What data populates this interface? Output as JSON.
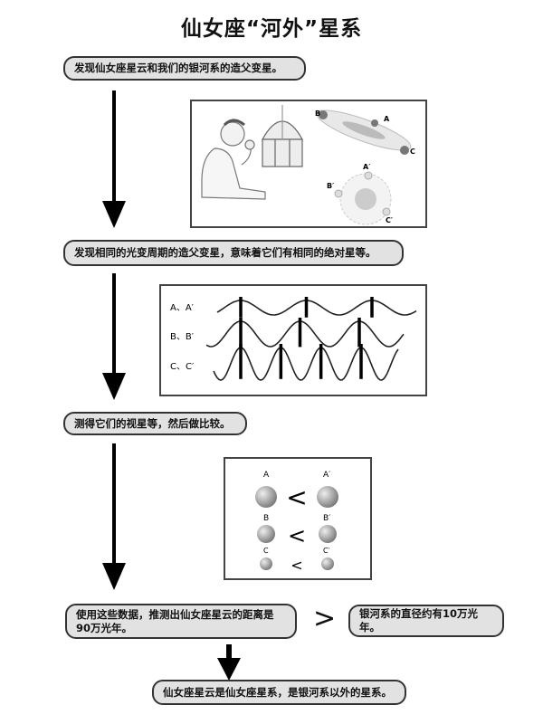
{
  "title": "仙女座“河外”星系",
  "steps": [
    "发现仙女座星云和我们的银河系的造父变星。",
    "发现相同的光变周期的造父变星，意味着它们有相同的绝对星等。",
    "测得它们的视星等，然后做比较。",
    "使用这些数据，推测出仙女座星云的距离是90万光年。",
    "银河系的直径约有10万光年。",
    "仙女座星云是仙女座星系，是银河系以外的星系。"
  ],
  "comparison_symbol": ">",
  "panel1": {
    "labels": {
      "a": "A",
      "b": "B",
      "c": "C",
      "a2": "A′",
      "b2": "B′",
      "c2": "C′"
    }
  },
  "panel2": {
    "rows": [
      {
        "label": "A、A′",
        "periods": 3
      },
      {
        "label": "B、B′",
        "periods": 3
      },
      {
        "label": "C、C′",
        "periods": 4
      }
    ]
  },
  "panel3": {
    "rows": [
      {
        "left": "A",
        "right": "A′",
        "symbol": "<"
      },
      {
        "left": "B",
        "right": "B′",
        "symbol": "<"
      },
      {
        "left": "C",
        "right": "C′",
        "symbol": "<"
      }
    ]
  }
}
